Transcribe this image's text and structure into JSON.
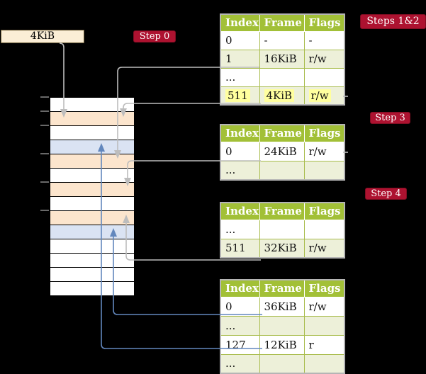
{
  "source_box": {
    "label": "4KiB"
  },
  "badges": [
    {
      "id": "step0",
      "label": "Step 0"
    },
    {
      "id": "steps12",
      "label": "Steps 1&2"
    },
    {
      "id": "step3",
      "label": "Step 3"
    },
    {
      "id": "step4",
      "label": "Step 4"
    }
  ],
  "tables": [
    {
      "name": "page-table-steps-1-2",
      "headers": [
        "Index",
        "Frame",
        "Flags"
      ],
      "rows": [
        {
          "cells": [
            "0",
            "-",
            "-"
          ],
          "shaded": false,
          "highlight": false
        },
        {
          "cells": [
            "1",
            "16KiB",
            "r/w"
          ],
          "shaded": true,
          "highlight": false
        },
        {
          "cells": [
            "...",
            "",
            ""
          ],
          "shaded": false,
          "highlight": false
        },
        {
          "cells": [
            "511",
            "4KiB",
            "r/w"
          ],
          "shaded": true,
          "highlight": true
        }
      ]
    },
    {
      "name": "page-table-step-3",
      "headers": [
        "Index",
        "Frame",
        "Flags"
      ],
      "rows": [
        {
          "cells": [
            "0",
            "24KiB",
            "r/w"
          ],
          "shaded": false,
          "highlight": false
        },
        {
          "cells": [
            "...",
            "",
            ""
          ],
          "shaded": true,
          "highlight": false
        }
      ]
    },
    {
      "name": "page-table-step-4",
      "headers": [
        "Index",
        "Frame",
        "Flags"
      ],
      "rows": [
        {
          "cells": [
            "...",
            "",
            ""
          ],
          "shaded": false,
          "highlight": false
        },
        {
          "cells": [
            "511",
            "32KiB",
            "r/w"
          ],
          "shaded": true,
          "highlight": false
        }
      ]
    },
    {
      "name": "page-table-final",
      "headers": [
        "Index",
        "Frame",
        "Flags"
      ],
      "rows": [
        {
          "cells": [
            "0",
            "36KiB",
            "r/w"
          ],
          "shaded": false,
          "highlight": false
        },
        {
          "cells": [
            "...",
            "",
            ""
          ],
          "shaded": true,
          "highlight": false
        },
        {
          "cells": [
            "127",
            "12KiB",
            "r"
          ],
          "shaded": false,
          "highlight": false
        },
        {
          "cells": [
            "...",
            "",
            ""
          ],
          "shaded": true,
          "highlight": false
        }
      ]
    }
  ],
  "memory": {
    "rows": [
      {
        "type": "free"
      },
      {
        "type": "page-table"
      },
      {
        "type": "free"
      },
      {
        "type": "data-page"
      },
      {
        "type": "page-table"
      },
      {
        "type": "free"
      },
      {
        "type": "page-table"
      },
      {
        "type": "free"
      },
      {
        "type": "page-table"
      },
      {
        "type": "data-page"
      },
      {
        "type": "free"
      },
      {
        "type": "free"
      },
      {
        "type": "free"
      },
      {
        "type": "free"
      }
    ]
  },
  "colors": {
    "header_green": "#a2c037",
    "row_alt": "#edf0d9",
    "cell_border": "#a9bd4e",
    "table_outer_border": "#b5b5b5",
    "highlight_yellow": "#ffff9e",
    "badge_red": "#ad1230",
    "badge_border": "#7f0d22",
    "peach": "#fce5cd",
    "blue": "#dae3f3",
    "cream": "#fbeed6",
    "grey_line": "#bdbdbd",
    "blue_line": "#6287bd",
    "tick_grey": "#8c8c8c"
  }
}
